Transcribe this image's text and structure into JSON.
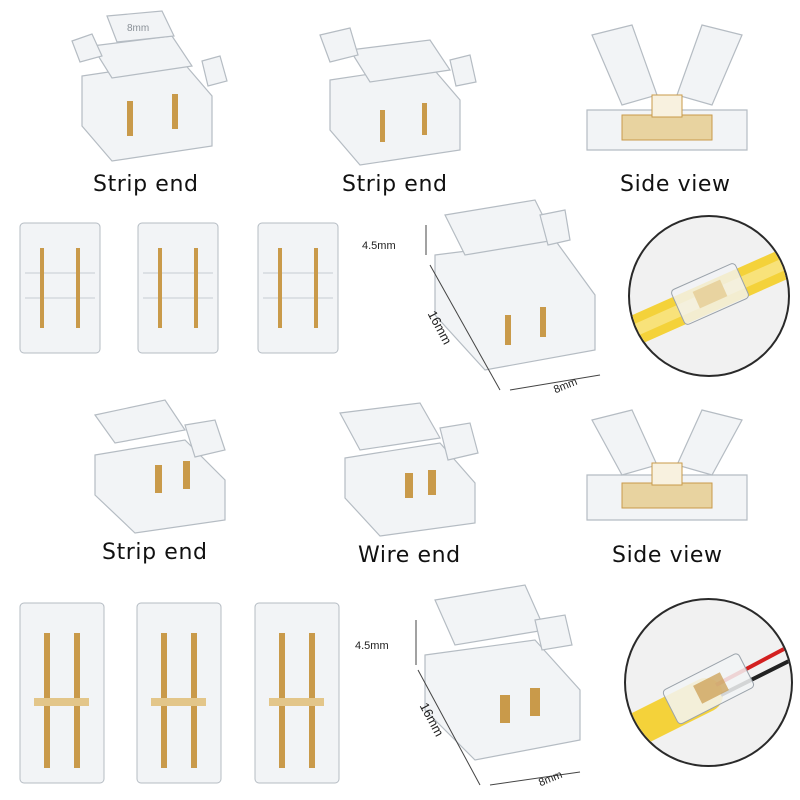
{
  "captions": {
    "row1_col1": "Strip end",
    "row1_col2": "Strip end",
    "row1_col3": "Side view",
    "row3_col1": "Strip end",
    "row3_col2": "Wire end",
    "row3_col3": "Side view"
  },
  "dimensions": {
    "upper_height": "4.5mm",
    "upper_length": "16mm",
    "upper_width": "8mm",
    "lower_height": "4.5mm",
    "lower_length": "16mm",
    "lower_width": "8mm"
  },
  "lid_marking": "8mm",
  "colors": {
    "plastic_fill": "#f2f4f6",
    "plastic_edge": "#b9c0c6",
    "pin_gold": "#c99a4a",
    "pin_dark": "#a9782f",
    "cob_strip_yellow": "#f4d23a",
    "wire_red": "#d32020",
    "wire_black": "#222222"
  }
}
